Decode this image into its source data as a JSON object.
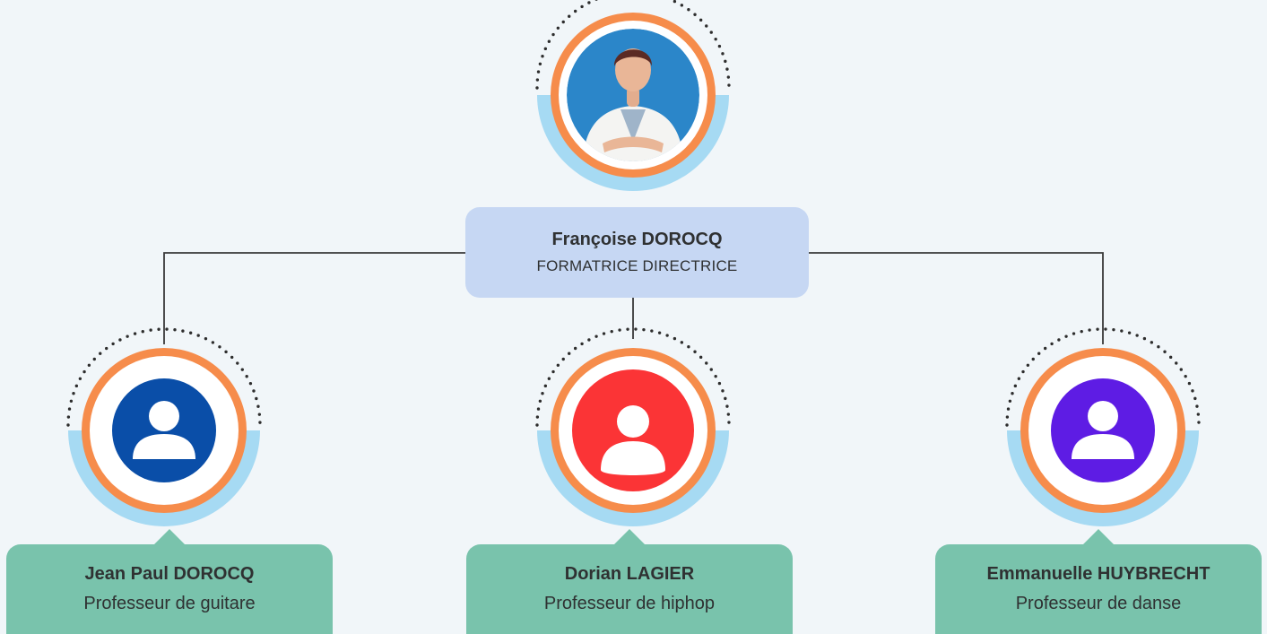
{
  "root": {
    "name": "Françoise DOROCQ",
    "role": "FORMATRICE DIRECTRICE",
    "photo": "director-photo-icon"
  },
  "members": [
    {
      "name": "Jean Paul DOROCQ",
      "role": "Professeur de guitare",
      "avatar_color": "#0a4ea8",
      "icon": "user-avatar-icon"
    },
    {
      "name": "Dorian LAGIER",
      "role": "Professeur de hiphop",
      "avatar_color": "#fb3436",
      "icon": "user-avatar-icon"
    },
    {
      "name": "Emmanuelle HUYBRECHT",
      "role": "Professeur de danse",
      "avatar_color": "#5e1ce4",
      "icon": "user-avatar-icon"
    }
  ],
  "colors": {
    "background": "#f1f6f9",
    "ring_orange": "#f68c4b",
    "ring_blue": "#a6daf3",
    "connector": "#3a3a3a",
    "top_box": "#c6d7f3",
    "child_box": "#79c3ac",
    "photo_bg": "#2b86c9"
  }
}
